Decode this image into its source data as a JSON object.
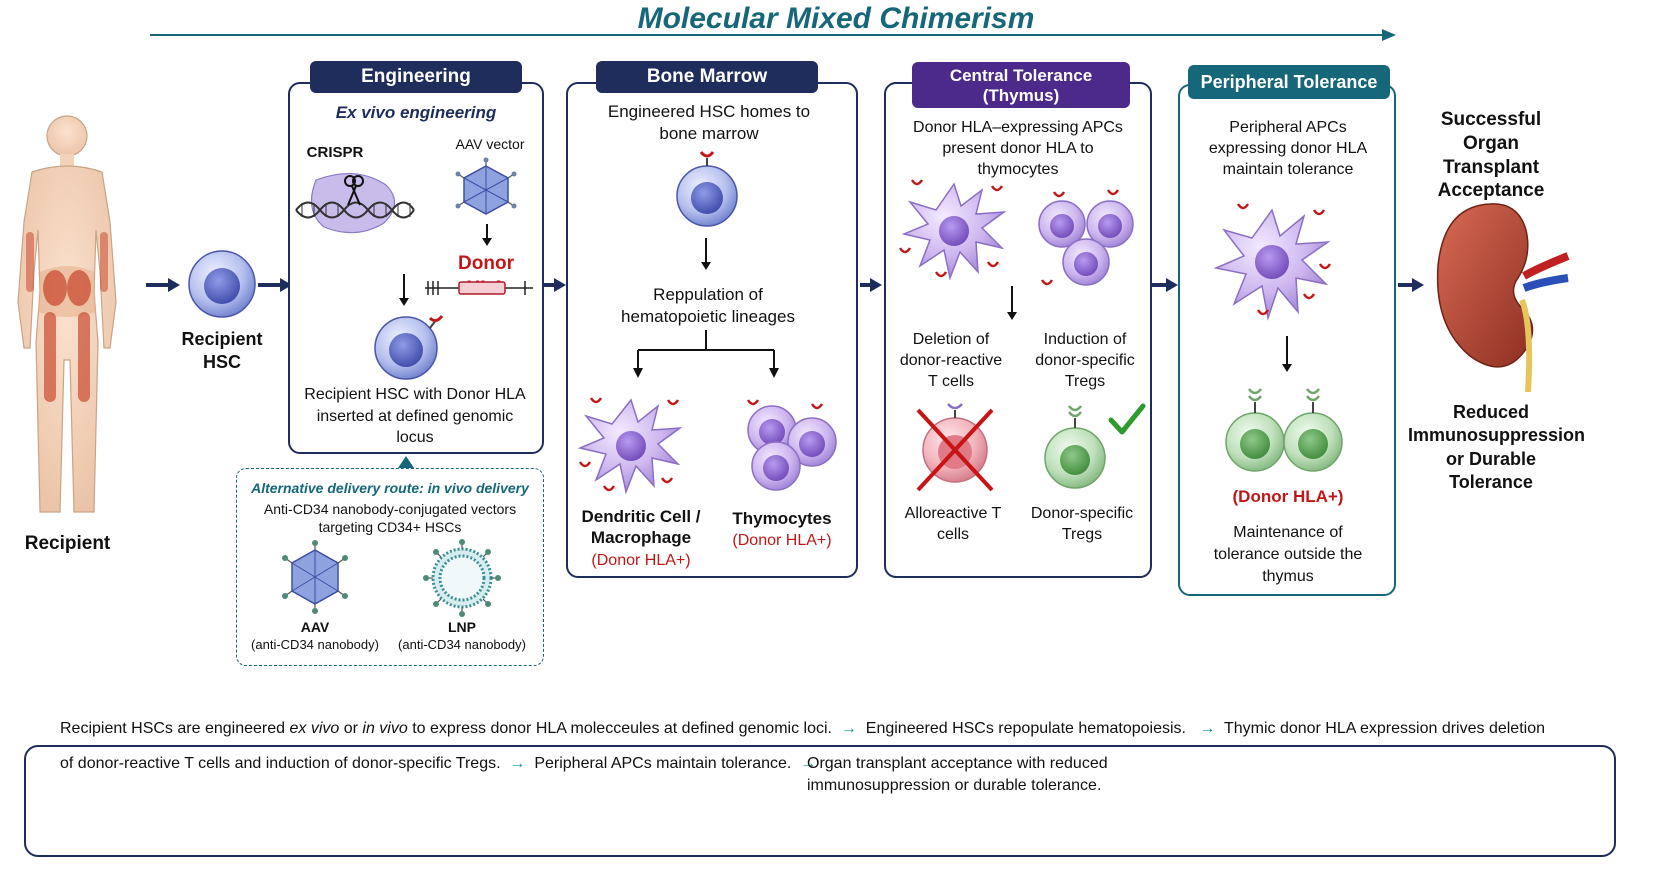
{
  "title": "Molecular Mixed Chimerism",
  "recipient": {
    "label": "Recipient",
    "hsc_label": "Recipient HSC"
  },
  "engineering": {
    "header": "Engineering",
    "subtitle": "Ex vivo engineering",
    "crispr": "CRISPR",
    "aav_vector": "AAV vector",
    "donor_hla": "Donor HLA",
    "caption": "Recipient HSC with Donor HLA inserted at defined genomic locus"
  },
  "alt_delivery": {
    "title": "Alternative delivery route: in vivo delivery",
    "desc": "Anti-CD34 nanobody-conjugated vectors targeting CD34+ HSCs",
    "aav": "AAV",
    "aav_sub": "(anti-CD34 nanobody)",
    "lnp": "LNP",
    "lnp_sub": "(anti-CD34 nanobody)"
  },
  "bone_marrow": {
    "header": "Bone Marrow",
    "homes": "Engineered HSC homes to bone marrow",
    "repop": "Reppulation of hematopoietic lineages",
    "dc": "Dendritic Cell / Macrophage",
    "dc_hla": "(Donor HLA+)",
    "thymo": "Thymocytes",
    "thymo_hla": "(Donor HLA+)"
  },
  "central": {
    "header": "Central Tolerance (Thymus)",
    "desc": "Donor HLA–expressing APCs present donor HLA to thymocytes",
    "deletion": "Deletion of donor-reactive T cells",
    "induction": "Induction of donor-specific Tregs",
    "allo": "Alloreactive T cells",
    "tregs": "Donor-specific Tregs"
  },
  "peripheral": {
    "header": "Peripheral Tolerance",
    "desc": "Peripheral APCs expressing donor HLA maintain tolerance",
    "hla": "(Donor HLA+)",
    "maint": "Maintenance of tolerance outside the thymus"
  },
  "outcome": {
    "success": "Successful Organ Transplant Acceptance",
    "reduced": "Reduced Immunosuppression or Durable Tolerance"
  },
  "summary": {
    "s1_a": "Recipient HSCs are engineered ",
    "s1_b": "ex vivo",
    "s1_c": " or ",
    "s1_d": "in vivo",
    "s1_e": " to express donor HLA molecceules at defined genomic loci.",
    "s2": "Engineered HSCs repopulate hematopoiesis.",
    "s3": "Thymic donor HLA expression drives deletion",
    "s3b": "of donor-reactive T cells and induction of donor-specific Tregs.",
    "s4": "Peripheral APCs maintain tolerance.",
    "s5": "Organ transplant acceptance with reduced",
    "s5b": "immunosuppression or durable tolerance."
  },
  "colors": {
    "navy": "#1f2d5c",
    "teal": "#17677a",
    "purple": "#4b2a8c",
    "red": "#c01818",
    "green": "#2e9b2e"
  }
}
